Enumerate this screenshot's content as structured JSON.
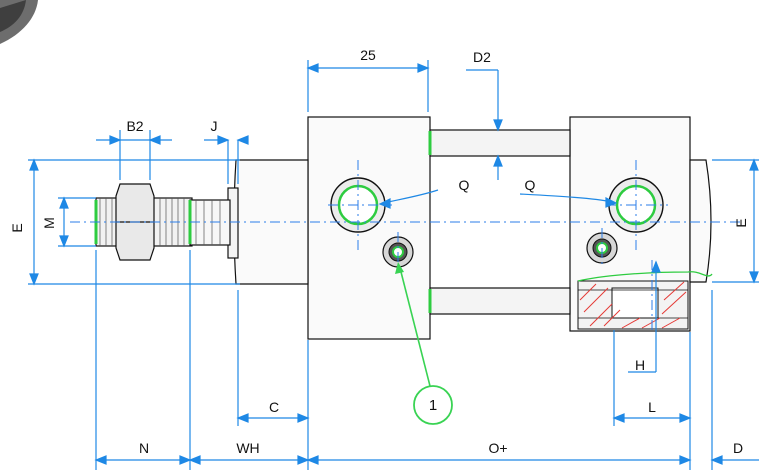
{
  "labels": {
    "b2": "B2",
    "j": "J",
    "d2": "D2",
    "dim_25": "25",
    "e_left": "E",
    "m": "M",
    "q_left": "Q",
    "q_right": "Q",
    "e_right": "E",
    "h": "H",
    "c": "C",
    "l": "L",
    "callout": "1",
    "n": "N",
    "wh": "WH",
    "o_plus": "O+",
    "d": "D"
  },
  "colors": {
    "outline": "#111111",
    "dimension": "#1e88e5",
    "centerline": "#2b7de9",
    "seal_green": "#2ecc40",
    "callout_green": "#39d353",
    "section_red": "#e53935"
  }
}
